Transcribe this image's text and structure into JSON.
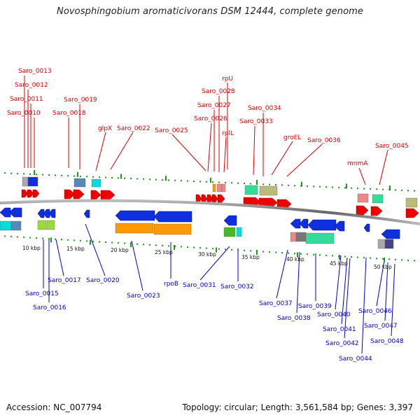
{
  "title": "Novosphingobium aromaticivorans DSM 12444, complete genome",
  "footer": {
    "accession": "Accession: NC_007794",
    "topology": "Topology: circular; Length: 3,561,584 bp; Genes: 3,397"
  },
  "scale_labels": [
    "10 kbp",
    "15 kbp",
    "20 kbp",
    "25 kbp",
    "30 kbp",
    "35 kbp",
    "40 kbp",
    "45 kbp",
    "50 kbp"
  ],
  "top_labels": [
    "Saro_0013",
    "Saro_0012",
    "Saro_0011",
    "Saro_0010",
    "Saro_0019",
    "Saro_0018",
    "glpX",
    "Saro_0022",
    "Saro_0025",
    "rpU",
    "Saro_0028",
    "Saro_0027",
    "Saro_0026",
    "rplL",
    "Saro_0034",
    "Saro_0033",
    "groEL",
    "Saro_0036",
    "mnmA",
    "Saro_0045"
  ],
  "bottom_labels": [
    "Saro_0015",
    "Saro_0016",
    "Saro_0017",
    "Saro_0020",
    "Saro_0023",
    "rpoB",
    "Saro_0031",
    "Saro_0032",
    "Saro_0037",
    "Saro_0038",
    "Saro_0039",
    "Saro_0040",
    "Saro_0041",
    "Saro_0042",
    "Saro_0044",
    "Saro_0046",
    "Saro_0047",
    "Saro_0048"
  ],
  "colors": {
    "top_label": "#d40000",
    "bottom_label": "#0000c8",
    "forward_gene": "#ee0000",
    "reverse_gene": "#1030e0",
    "backbone": "#888888",
    "tick": "#1a9a1a",
    "rna_orange": "#ff9900",
    "rna_cyan": "#00dddd",
    "rna_mint": "#33dd99",
    "rna_salmon": "#ee8888",
    "rna_khaki": "#bbbb77",
    "rna_lime": "#99dd33",
    "rna_steel": "#5588bb",
    "rna_grey": "#aaaaaa"
  }
}
